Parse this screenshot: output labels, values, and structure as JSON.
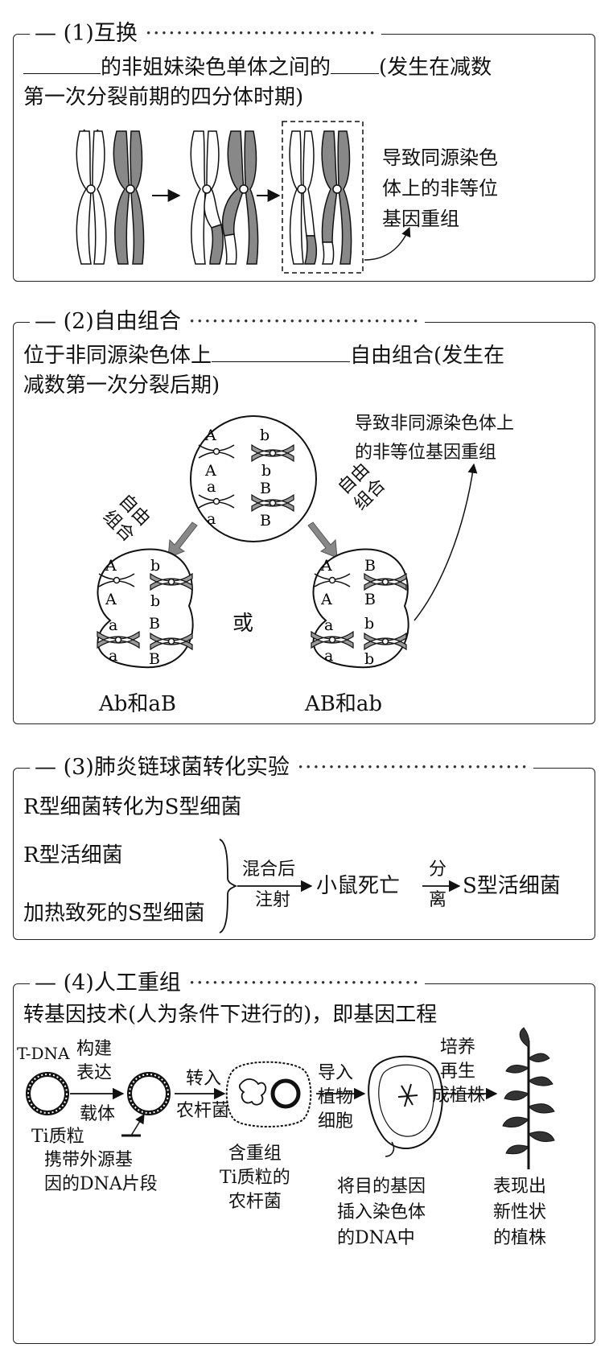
{
  "p1": {
    "title": "(1)互换",
    "line1_mid": "的非姐妹染色单体之间的",
    "line1_end": "(发生在减数",
    "line2": "第一次分裂前期的四分体时期)",
    "note_lines": [
      "导致同源染色",
      "体上的非等位",
      "基因重组"
    ]
  },
  "p2": {
    "title": "(2)自由组合",
    "line1_start": "位于非同源染色体上",
    "line1_end": "自由组合(发生在",
    "line2": "减数第一次分裂后期)",
    "note_lines": [
      "导致非同源染色体上",
      "的非等位基因重组"
    ],
    "arrow_label_left": [
      "自由",
      "组合"
    ],
    "arrow_label_right": [
      "自由",
      "组合"
    ],
    "or_label": "或",
    "result_left": "Ab和aB",
    "result_right": "AB和ab",
    "alleles": {
      "A": "A",
      "a": "a",
      "B": "B",
      "b": "b"
    }
  },
  "p3": {
    "title": "(3)肺炎链球菌转化实验",
    "line1": "R型细菌转化为S型细菌",
    "left_top": "R型活细菌",
    "left_bottom": "加热致死的S型细菌",
    "arrow_top": "混合后",
    "arrow_bottom": "注射",
    "mid": "小鼠死亡",
    "arrow2_top": "分",
    "arrow2_bottom": "离",
    "end": "S型活细菌"
  },
  "p4": {
    "title": "(4)人工重组",
    "line1": "转基因技术(人为条件下进行的)，即基因工程",
    "tdna": "T-DNA",
    "build": [
      "构建",
      "表达"
    ],
    "vector": "载体",
    "ti_plasmid": "Ti质粒",
    "foreign": [
      "携带外源基",
      "因的DNA片段"
    ],
    "transfer": [
      "转入",
      "农杆菌"
    ],
    "agro": [
      "含重组",
      "Ti质粒的",
      "农杆菌"
    ],
    "import": [
      "导入",
      "植物",
      "细胞"
    ],
    "insert": [
      "将目的基因",
      "插入染色体",
      "的DNA中"
    ],
    "culture": [
      "培养",
      "再生",
      "成植株"
    ],
    "plant": [
      "表现出",
      "新性状",
      "的植株"
    ]
  }
}
